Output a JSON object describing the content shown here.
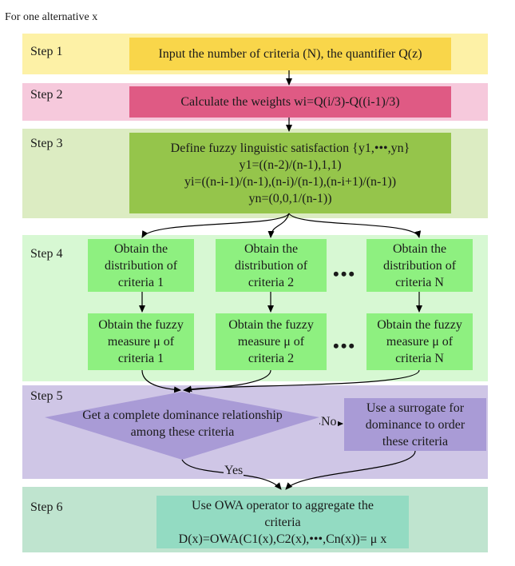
{
  "header": "For one alternative x",
  "steps": {
    "s1": "Step 1",
    "s2": "Step 2",
    "s3": "Step 3",
    "s4": "Step 4",
    "s5": "Step 5",
    "s6": "Step 6"
  },
  "boxes": {
    "input": "Input the number of criteria (N), the quantifier Q(z)",
    "weights": "Calculate the weights wi=Q(i/3)-Q((i-1)/3)",
    "define": {
      "line1": "Define fuzzy linguistic satisfaction {y1,•••,yn}",
      "line2": "y1=((n-2)/(n-1),1,1)",
      "line3": "yi=((n-i-1)/(n-1),(n-i)/(n-1),(n-i+1)/(n-1))",
      "line4": "yn=(0,0,1/(n-1))"
    },
    "dist1": [
      "Obtain the",
      "distribution of",
      "criteria 1"
    ],
    "dist2": [
      "Obtain the",
      "distribution of",
      "criteria 2"
    ],
    "distN": [
      "Obtain the",
      "distribution of",
      "criteria N"
    ],
    "meas1": [
      "Obtain the fuzzy",
      "measure  μ of",
      "criteria 1"
    ],
    "meas2": [
      "Obtain the fuzzy",
      "measure  μ of",
      "criteria 2"
    ],
    "measN": [
      "Obtain the fuzzy",
      "measure  μ of",
      "criteria N"
    ],
    "dominance": [
      "Get a complete dominance relationship",
      "among these criteria"
    ],
    "surrogate": [
      "Use a surrogate for",
      "dominance to order",
      "these criteria"
    ],
    "owa": [
      "Use OWA operator to aggregate the",
      "criteria",
      "D(x)=OWA(C1(x),C2(x),•••,Cn(x))= μ x"
    ]
  },
  "ellipsis": "•••",
  "edge_labels": {
    "no": "No",
    "yes": "Yes"
  },
  "colors": {
    "band1": "#fdf1a6",
    "box1": "#f9d64a",
    "band2": "#f6c9dc",
    "box2": "#df5a84",
    "band3": "#dcecc2",
    "box3": "#95c54b",
    "band4": "#d7f8d3",
    "box4": "#8ef080",
    "band5": "#cfc6e6",
    "box5": "#a99bd6",
    "band6": "#bfe4cf",
    "box6": "#93dbc2"
  }
}
